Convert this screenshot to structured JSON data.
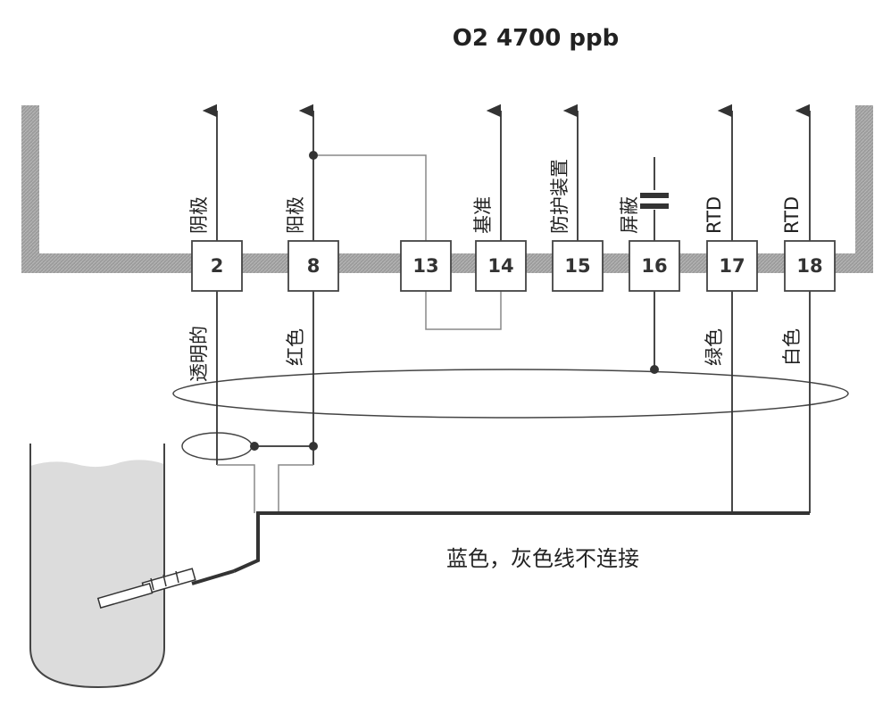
{
  "title": "O2 4700 ppb",
  "terminals": [
    "2",
    "8",
    "13",
    "14",
    "15",
    "16",
    "17",
    "18"
  ],
  "upper_labels": {
    "t2": "阴极",
    "t8": "阳极",
    "t14": "基准",
    "t15": "防护装置",
    "t16": "屏蔽",
    "t17": "RTD",
    "t18": "RTD"
  },
  "lower_labels": {
    "t2": "透明的",
    "t8": "红色",
    "t17": "绿色",
    "t18": "白色"
  },
  "note": "蓝色，灰色线不连接",
  "colors": {
    "bar": "#9a9a9a",
    "wire": "#333333",
    "thin_wire": "#888888",
    "liquid": "#dcdcdc"
  }
}
